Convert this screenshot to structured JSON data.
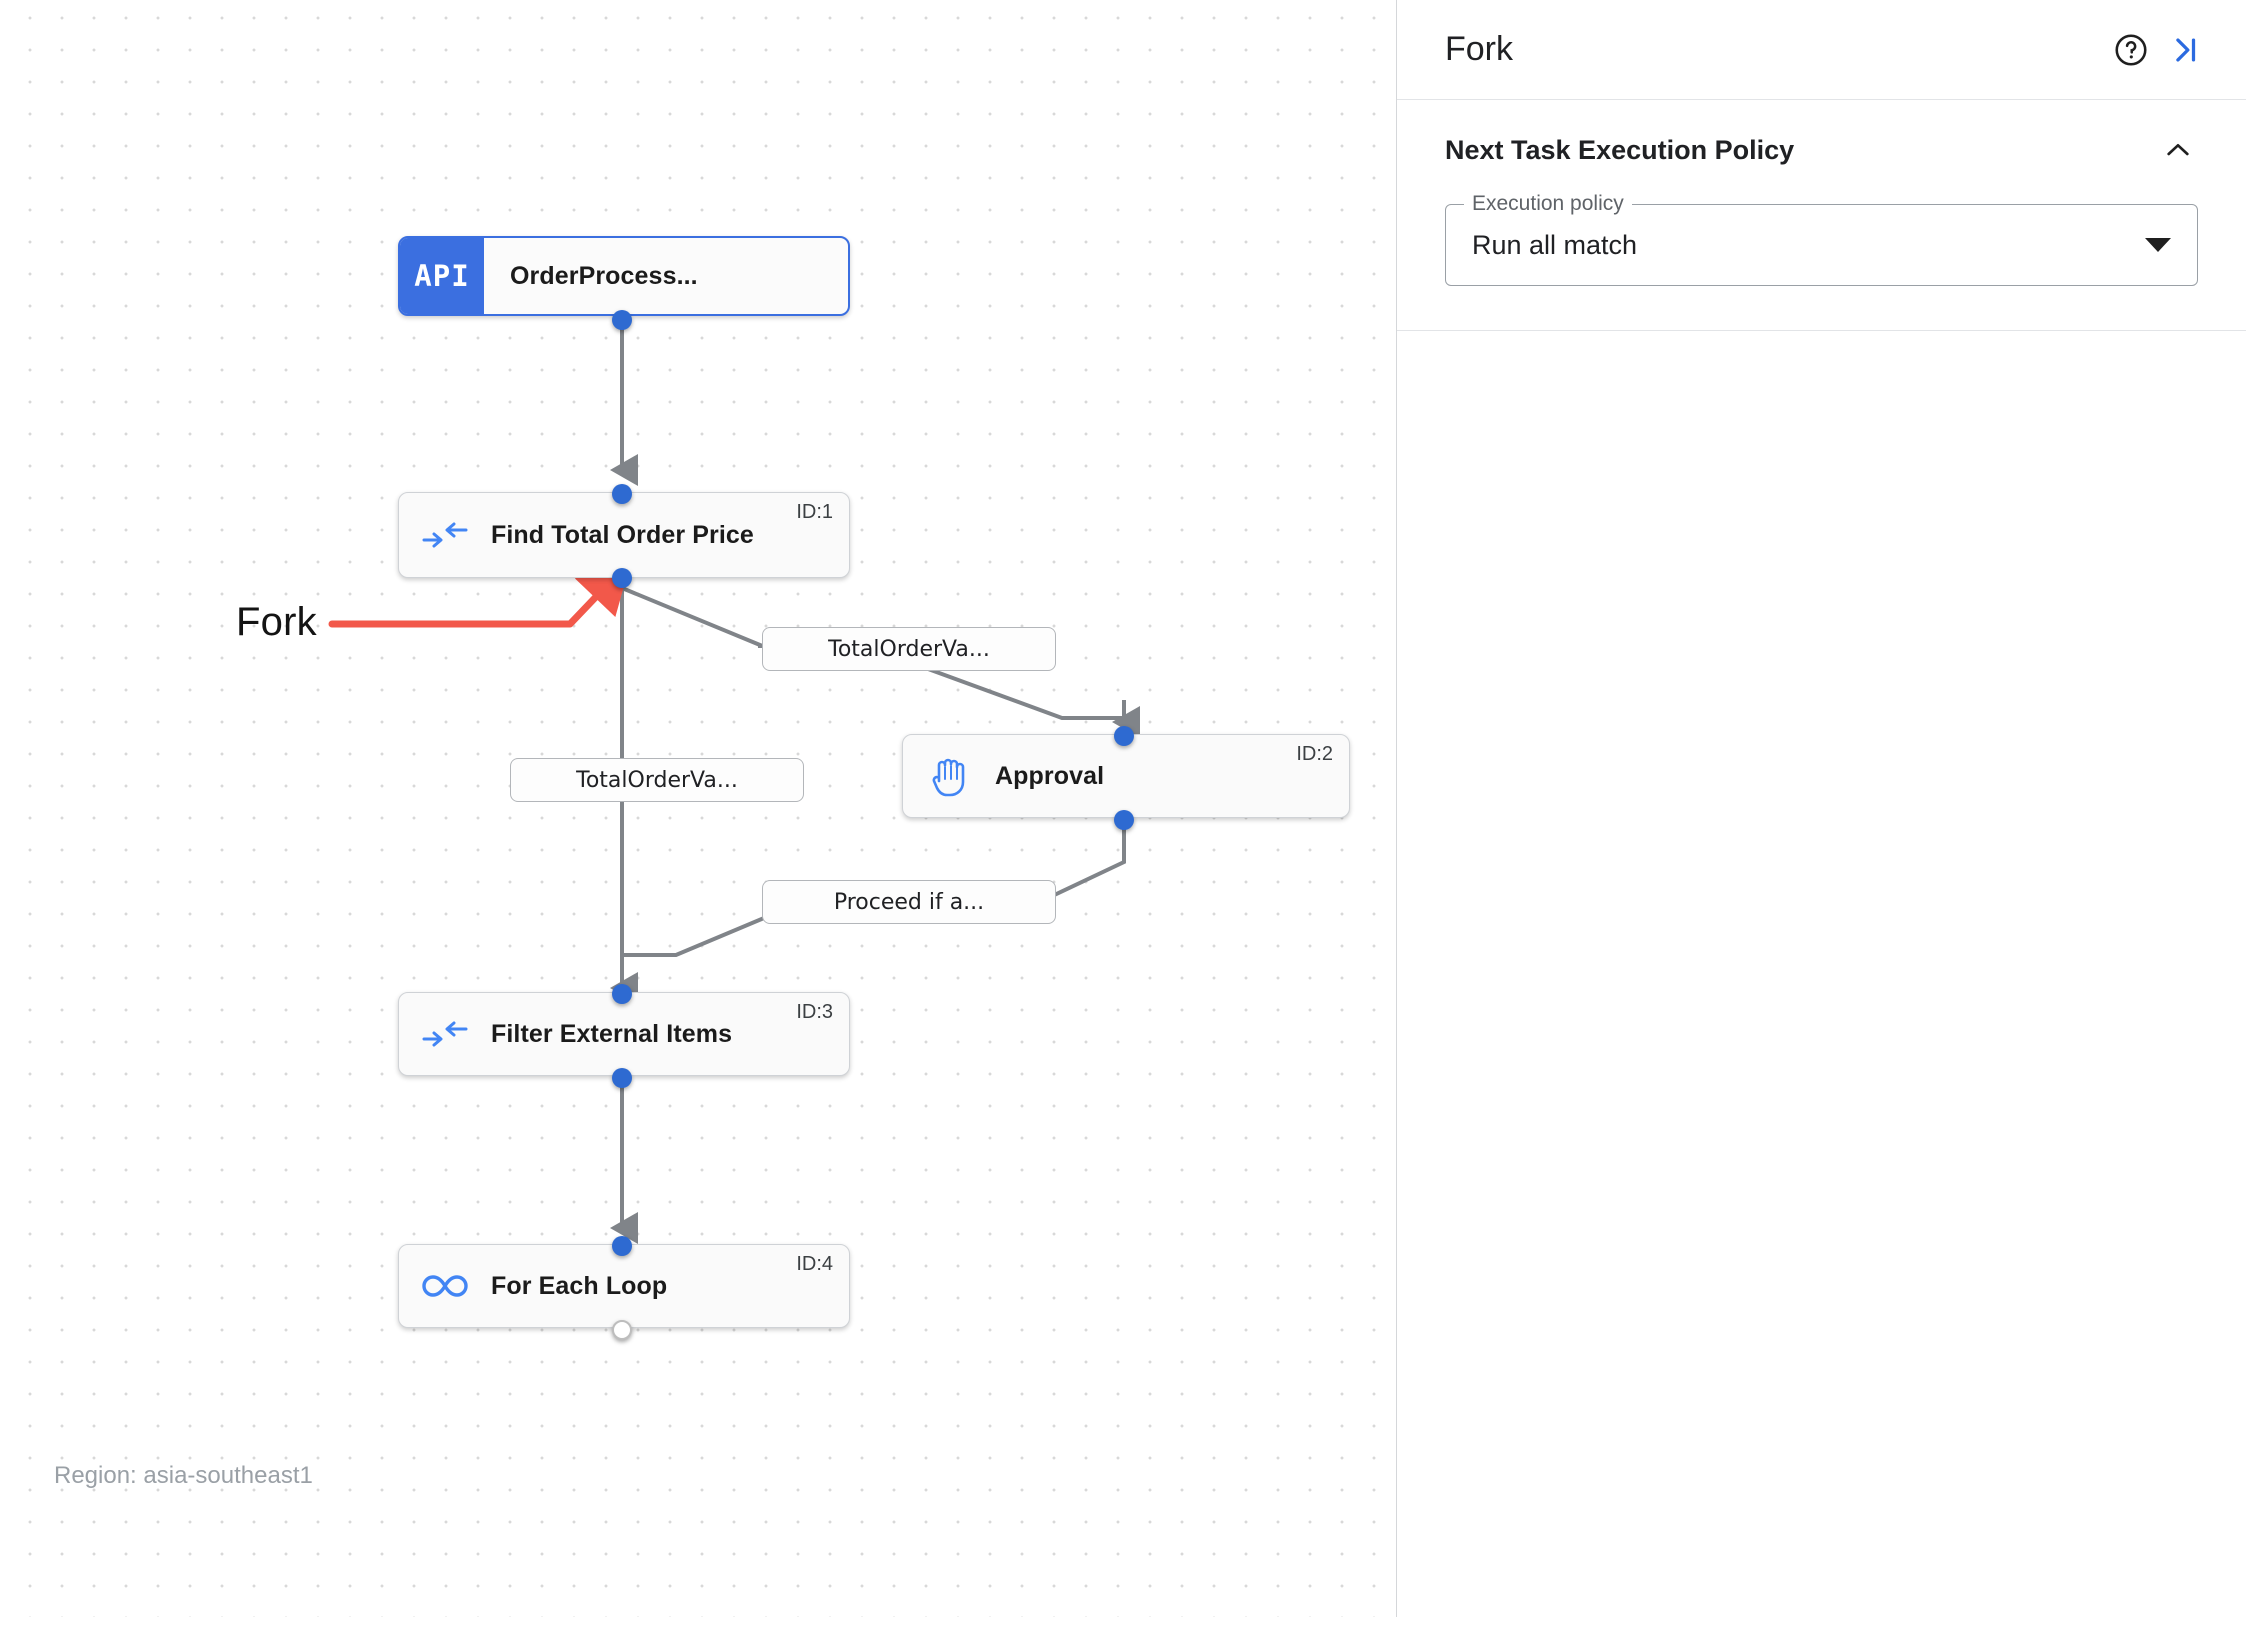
{
  "canvas": {
    "region_label": "Region: asia-southeast1",
    "annotation": {
      "label": "Fork",
      "color": "#f2584a"
    },
    "nodes": [
      {
        "id": "api",
        "icon": "api-badge-icon",
        "badge": "API",
        "title": "OrderProcess...",
        "id_label": ""
      },
      {
        "id": "task1",
        "icon": "merge-arrows-icon",
        "badge": "",
        "title": "Find Total Order Price",
        "id_label": "ID:1"
      },
      {
        "id": "task2",
        "icon": "raised-hand-icon",
        "badge": "",
        "title": "Approval",
        "id_label": "ID:2"
      },
      {
        "id": "task3",
        "icon": "merge-arrows-icon",
        "badge": "",
        "title": "Filter External Items",
        "id_label": "ID:3"
      },
      {
        "id": "task4",
        "icon": "infinity-loop-icon",
        "badge": "",
        "title": "For Each Loop",
        "id_label": "ID:4"
      }
    ],
    "edge_labels": [
      {
        "id": "edge-label-right-top",
        "text": "TotalOrderVa..."
      },
      {
        "id": "edge-label-left",
        "text": "TotalOrderVa..."
      },
      {
        "id": "edge-label-proceed",
        "text": "Proceed if a..."
      }
    ]
  },
  "panel": {
    "title": "Fork",
    "help_icon": "help-circle-icon",
    "collapse_icon": "collapse-panel-right-icon",
    "sections": [
      {
        "title": "Next Task Execution Policy",
        "collapse_icon": "chevron-up-icon",
        "field": {
          "legend": "Execution policy",
          "value": "Run all match",
          "caret_icon": "caret-down-icon"
        }
      }
    ]
  },
  "colors": {
    "accent_blue": "#2e6ad1",
    "annotation_red": "#f2584a",
    "edge_gray": "#808489"
  }
}
